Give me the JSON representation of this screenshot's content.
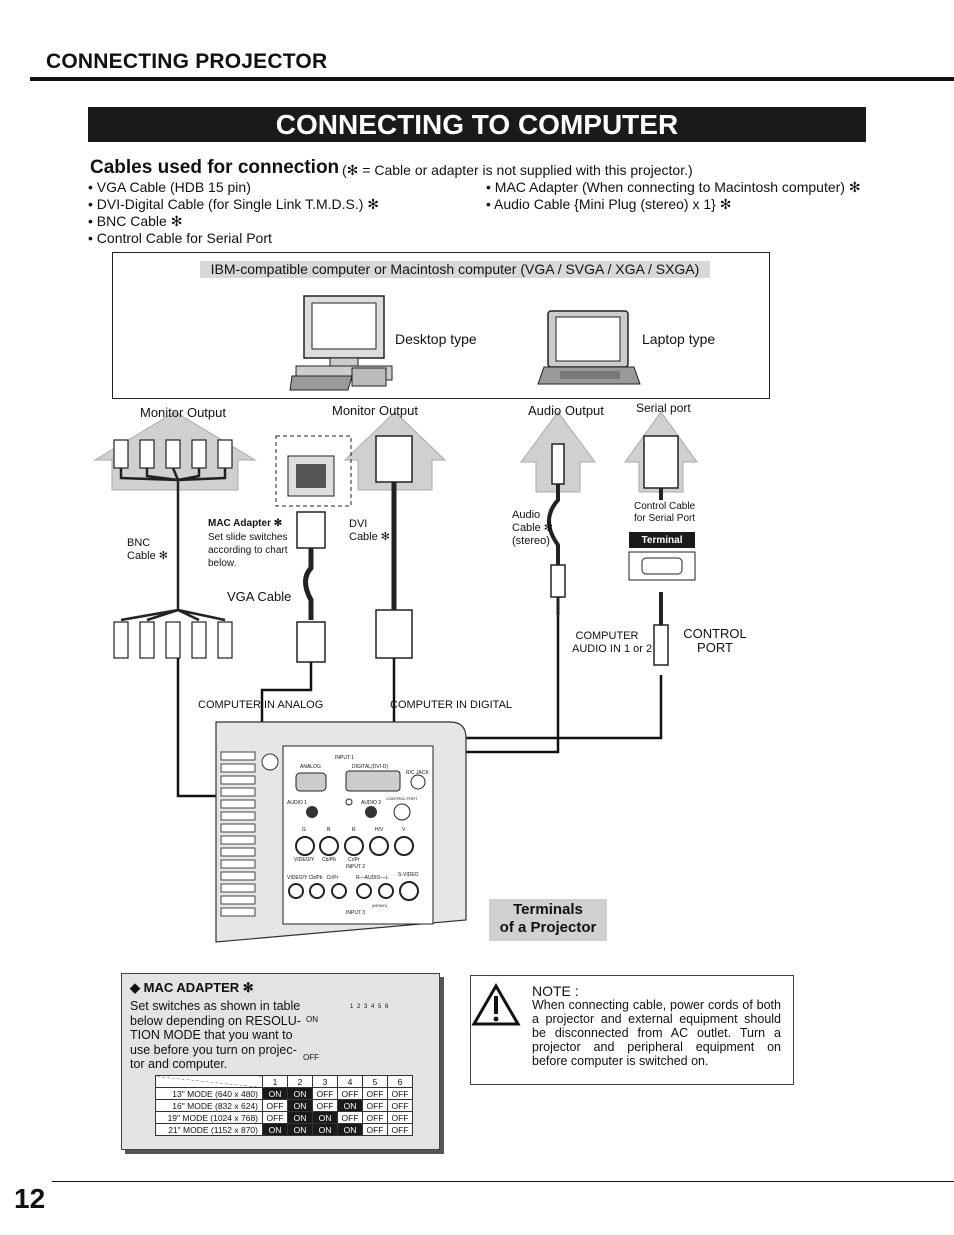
{
  "header": {
    "section_title": "CONNECTING PROJECTOR"
  },
  "banner": {
    "title": "CONNECTING TO COMPUTER"
  },
  "cables": {
    "title": "Cables used for connection",
    "note": "(✻ = Cable or adapter is not supplied with this projector.)",
    "left_items": [
      "• VGA Cable (HDB 15 pin)",
      "• DVI-Digital Cable (for Single Link T.M.D.S.) ✻",
      "• BNC Cable ✻",
      "• Control Cable for Serial Port"
    ],
    "right_items": [
      "• MAC Adapter (When connecting to Macintosh computer) ✻",
      "• Audio Cable {Mini Plug (stereo) x 1} ✻"
    ]
  },
  "computers": {
    "caption": "IBM-compatible computer or Macintosh computer (VGA / SVGA / XGA / SXGA)",
    "desktop_label": "Desktop type",
    "laptop_label": "Laptop type"
  },
  "diagram": {
    "monitor_output_1": "Monitor Output",
    "monitor_output_2": "Monitor Output",
    "audio_output": "Audio Output",
    "serial_port": "Serial port",
    "bnc_cable": "BNC\nCable ✻",
    "mac_adapter_title": "MAC Adapter ✻",
    "mac_adapter_desc": "Set slide switches\naccording to chart\nbelow.",
    "dvi_cable": "DVI\nCable ✻",
    "vga_cable": "VGA Cable",
    "audio_cable": "Audio\nCable ✻\n(stereo)",
    "control_cable": "Control Cable\nfor Serial Port",
    "terminal": "Terminal",
    "computer_audio_in": "COMPUTER\nAUDIO IN 1 or 2",
    "control_port": "CONTROL\nPORT",
    "computer_in_analog": "COMPUTER IN ANALOG",
    "computer_in_digital": "COMPUTER IN DIGITAL",
    "panel": {
      "input1": "INPUT 1",
      "analog": "ANALOG",
      "digital": "DIGITAL(DVI-D)",
      "rc_jack": "R/C JACK",
      "audio1": "AUDIO 1",
      "audio2": "AUDIO 2",
      "control_port": "CONTROL PORT",
      "g": "G",
      "b": "B",
      "r": "R",
      "hv": "H/V",
      "v": "V",
      "video_y": "VIDEO/Y",
      "cb_pb": "Cb/Pb",
      "cr_pr": "Cr/Pr",
      "input2": "INPUT 2",
      "row3_left": "VIDEO/Y Cb/Pb   Cr/Pr",
      "row3_audio": "R—AUDIO—L",
      "svideo": "S-VIDEO",
      "mono": "(MONO)",
      "input3": "INPUT 3"
    }
  },
  "terminals_label": "Terminals\nof a Projector",
  "mac_adapter": {
    "title": "◆ MAC ADAPTER ✻",
    "text": "Set switches as shown in table below depending on RESOLU-TION MODE that you want to use before you turn on projec-tor and computer.",
    "switch_on": "ON",
    "switch_off": "OFF",
    "dip_numbers": "1 2 3 4 5 6",
    "table": {
      "headers": [
        "1",
        "2",
        "3",
        "4",
        "5",
        "6"
      ],
      "rows": [
        {
          "mode": "13\" MODE (640 x 480)",
          "values": [
            "ON",
            "ON",
            "OFF",
            "OFF",
            "OFF",
            "OFF"
          ]
        },
        {
          "mode": "16\" MODE (832 x 624)",
          "values": [
            "OFF",
            "ON",
            "OFF",
            "ON",
            "OFF",
            "OFF"
          ]
        },
        {
          "mode": "19\" MODE (1024 x 768)",
          "values": [
            "OFF",
            "ON",
            "ON",
            "OFF",
            "OFF",
            "OFF"
          ]
        },
        {
          "mode": "21\" MODE (1152 x 870)",
          "values": [
            "ON",
            "ON",
            "ON",
            "ON",
            "OFF",
            "OFF"
          ]
        }
      ]
    }
  },
  "note": {
    "title": "NOTE :",
    "text": "When connecting cable, power cords of both a projector and external equipment should be disconnected from AC outlet.  Turn a projector and peripheral equipment on before computer is switched on."
  },
  "page_number": "12"
}
